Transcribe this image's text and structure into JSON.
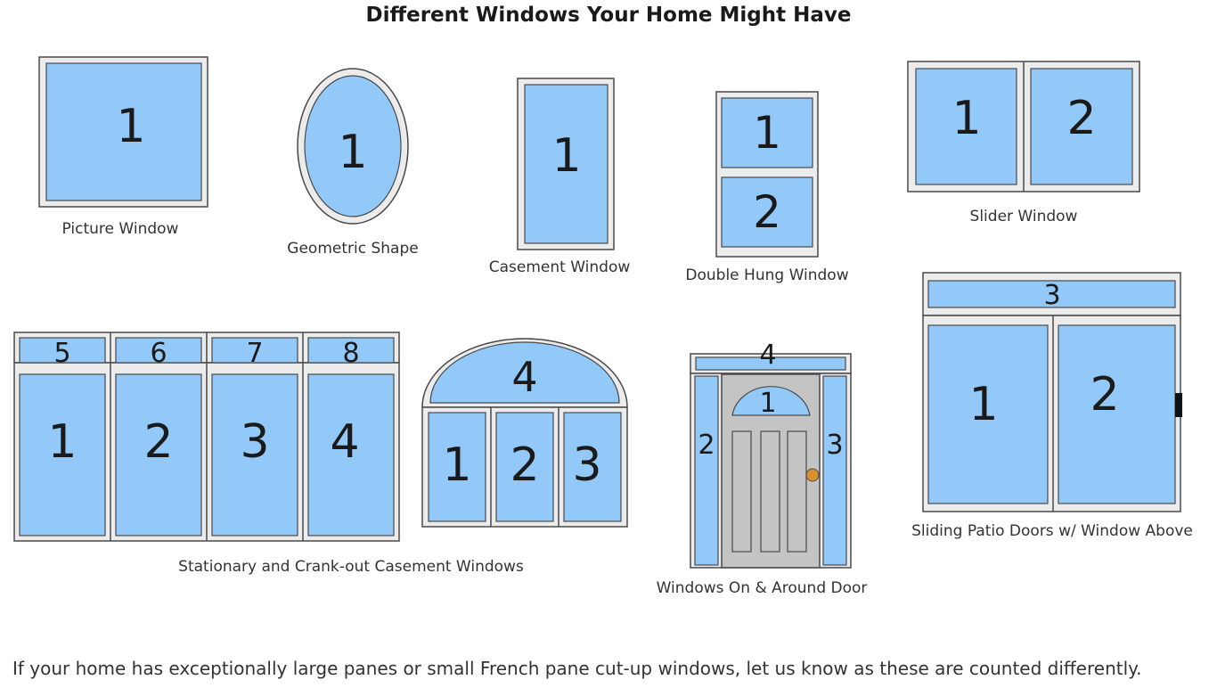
{
  "title": "Different Windows Your Home Might Have",
  "footer": "If your home has exceptionally large panes or small French pane cut-up windows, let us know as these are counted differently.",
  "colors": {
    "glass": "#93c9f9",
    "frame": "#ececec",
    "outline": "#4a4a4a",
    "door": "#c4c4c4",
    "knob": "#d9902e",
    "handle": "#111111"
  },
  "captions": {
    "picture": "Picture Window",
    "geometric": "Geometric Shape",
    "casement": "Casement Window",
    "double_hung": "Double Hung Window",
    "slider": "Slider Window",
    "stationary": "Stationary and Crank-out Casement Windows",
    "arched": "",
    "door": "Windows On & Around Door",
    "patio": "Sliding Patio Doors w/ Window Above"
  },
  "pane_numbers": {
    "picture": [
      "1"
    ],
    "geometric": [
      "1"
    ],
    "casement": [
      "1"
    ],
    "double_hung": [
      "1",
      "2"
    ],
    "slider": [
      "1",
      "2"
    ],
    "stationary_top": [
      "5",
      "6",
      "7",
      "8"
    ],
    "stationary_bottom": [
      "1",
      "2",
      "3",
      "4"
    ],
    "arched_top": [
      "4"
    ],
    "arched_bottom": [
      "1",
      "2",
      "3"
    ],
    "door": [
      "1",
      "2",
      "3",
      "4"
    ],
    "patio": [
      "1",
      "2",
      "3"
    ]
  }
}
